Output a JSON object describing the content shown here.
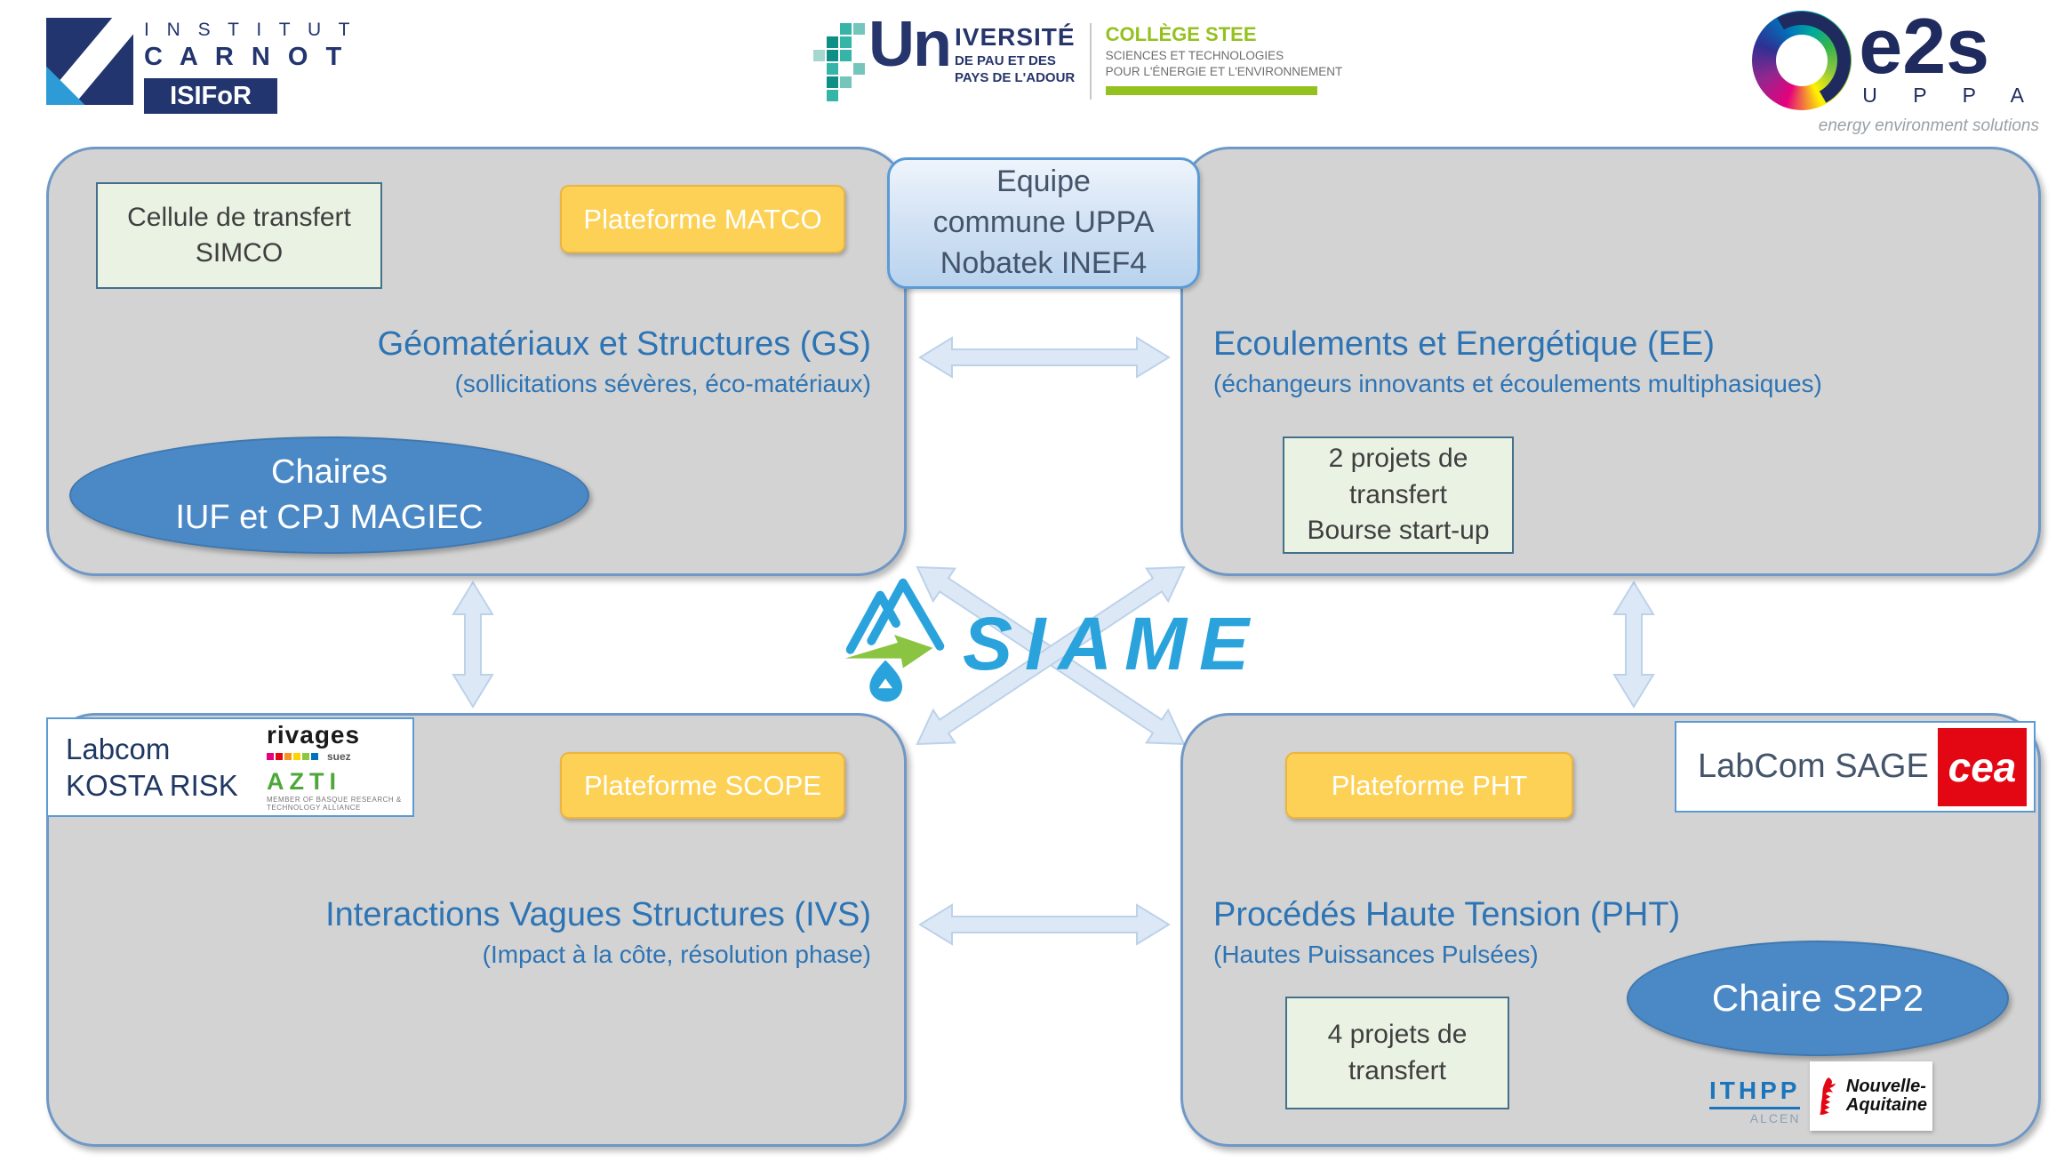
{
  "header": {
    "carnot": {
      "institut": "I N S T I T U T",
      "carnot": "C A R N O T",
      "isifor": "ISIFoR"
    },
    "univ": {
      "un": "Un",
      "iversite": "IVERSITÉ",
      "line2": "DE PAU ET DES",
      "line3": "PAYS DE L'ADOUR",
      "college": "COLLÈGE STEE",
      "college_line1": "SCIENCES ET TECHNOLOGIES",
      "college_line2": "POUR L'ÉNERGIE ET L'ENVIRONNEMENT"
    },
    "e2s": {
      "name": "e2s",
      "uppa": "U P P A",
      "tagline": "energy environment solutions"
    }
  },
  "center": {
    "equipe": {
      "line1": "Equipe",
      "line2": "commune UPPA",
      "line3": "Nobatek INEF4"
    },
    "siame": "SIAME"
  },
  "gs": {
    "title": "Géomatériaux et Structures (GS)",
    "subtitle": "(sollicitations sévères, éco-matériaux)",
    "simco_line1": "Cellule de transfert",
    "simco_line2": "SIMCO",
    "plateforme": "Plateforme MATCO",
    "chaires_line1": "Chaires",
    "chaires_line2": "IUF et CPJ MAGIEC"
  },
  "ee": {
    "title": "Ecoulements et Energétique (EE)",
    "subtitle": "(échangeurs innovants et écoulements multiphasiques)",
    "projets_line1": "2 projets de",
    "projets_line2": "transfert",
    "projets_line3": "Bourse start-up"
  },
  "ivs": {
    "title": "Interactions Vagues Structures (IVS)",
    "subtitle": "(Impact à la côte, résolution phase)",
    "labcom_line1": "Labcom",
    "labcom_line2": "KOSTA RISK",
    "rivages": "rivages",
    "suez": "suez",
    "azti": "AZTI",
    "azti_tagline": "MEMBER OF BASQUE RESEARCH & TECHNOLOGY ALLIANCE",
    "plateforme": "Plateforme SCOPE"
  },
  "pht": {
    "title": "Procédés Haute Tension (PHT)",
    "subtitle": "(Hautes Puissances Pulsées)",
    "plateforme": "Plateforme PHT",
    "labcom": "LabCom SAGE",
    "cea": "cea",
    "chaire": "Chaire S2P2",
    "projets_line1": "4 projets de",
    "projets_line2": "transfert",
    "ithpp": "ITHPP",
    "alcen": "ALCEN",
    "na_line1": "Nouvelle-",
    "na_line2": "Aquitaine"
  },
  "colors": {
    "title_blue": "#2d74b5",
    "siame_blue": "#2aa3dc",
    "siame_green": "#8ac441",
    "quadrant_gray": "#d3d3d3",
    "yellow_box": "#fdd156",
    "green_box": "#eaf2e3",
    "ellipse_blue": "#4a88c6",
    "arrow_fill": "#dce8f5",
    "cea_red": "#e30613",
    "college_green": "#95c11f",
    "navy": "#23356e"
  }
}
